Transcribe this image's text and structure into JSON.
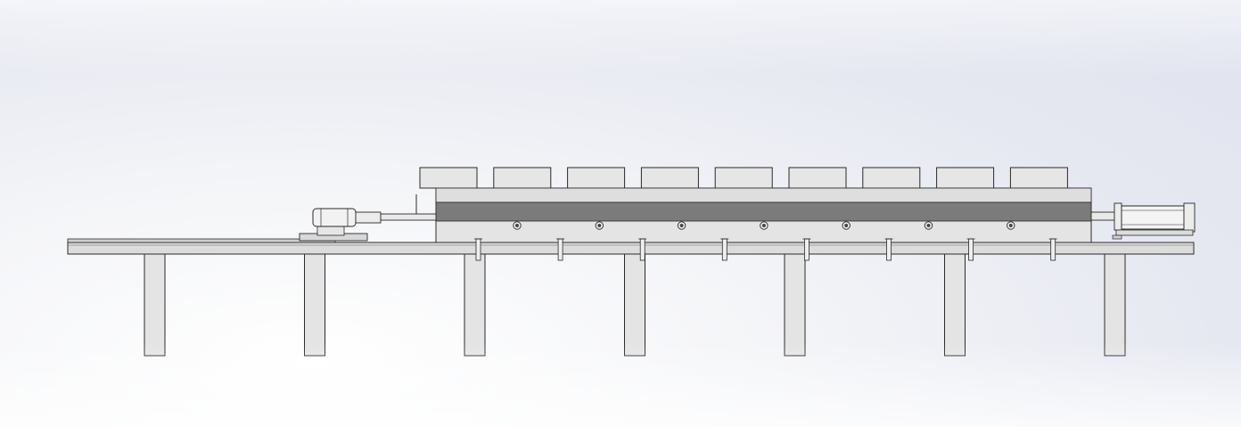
{
  "drawing": {
    "view": "side-elevation",
    "colors": {
      "outline": "#2a2a2a",
      "part_fill": "#e4e4e4",
      "band_fill": "#7b7b7b",
      "rail_fill": "#dcdcdc",
      "bolt_fill": "#444444",
      "cylinder_fill": "#f2f2f2"
    },
    "components": {
      "support_legs": 7,
      "top_blocks": 9,
      "side_bolts": 7,
      "clamp_brackets": 8,
      "left_actuator": "cylinder",
      "right_actuator": "cylinder"
    }
  }
}
